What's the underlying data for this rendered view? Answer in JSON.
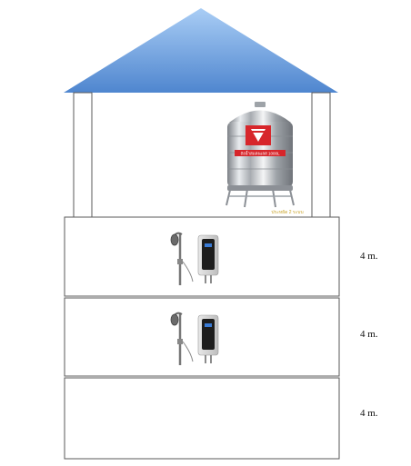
{
  "diagram": {
    "roof_colors": {
      "top": "#a9cdf5",
      "bottom": "#4f86cf"
    },
    "line_color": "#5a5a5a",
    "floors": [
      {
        "label": "4 m.",
        "equipment": "shower-heater"
      },
      {
        "label": "4 m.",
        "equipment": "shower-heater"
      },
      {
        "label": "4 m.",
        "equipment": "none"
      }
    ],
    "tank": {
      "type": "stainless-steel-water-tank",
      "brand_label": "ถังน้ำสแตนเลส 1000L",
      "stamp_text": "ประหยัด 2 ระบบ"
    }
  }
}
